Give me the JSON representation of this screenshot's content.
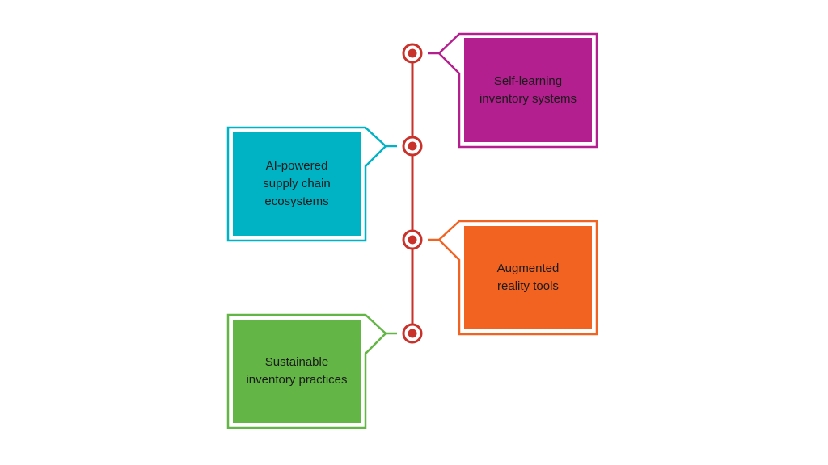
{
  "timeline": {
    "line_color": "#c9322b",
    "items": [
      {
        "label": "Self-learning\ninventory systems",
        "color": "#b31f8e",
        "side": "right"
      },
      {
        "label": "AI-powered\nsupply chain\necosystems",
        "color": "#00b3c4",
        "side": "left"
      },
      {
        "label": "Augmented\nreality tools",
        "color": "#f26322",
        "side": "right"
      },
      {
        "label": "Sustainable\ninventory practices",
        "color": "#63b545",
        "side": "left"
      }
    ]
  }
}
